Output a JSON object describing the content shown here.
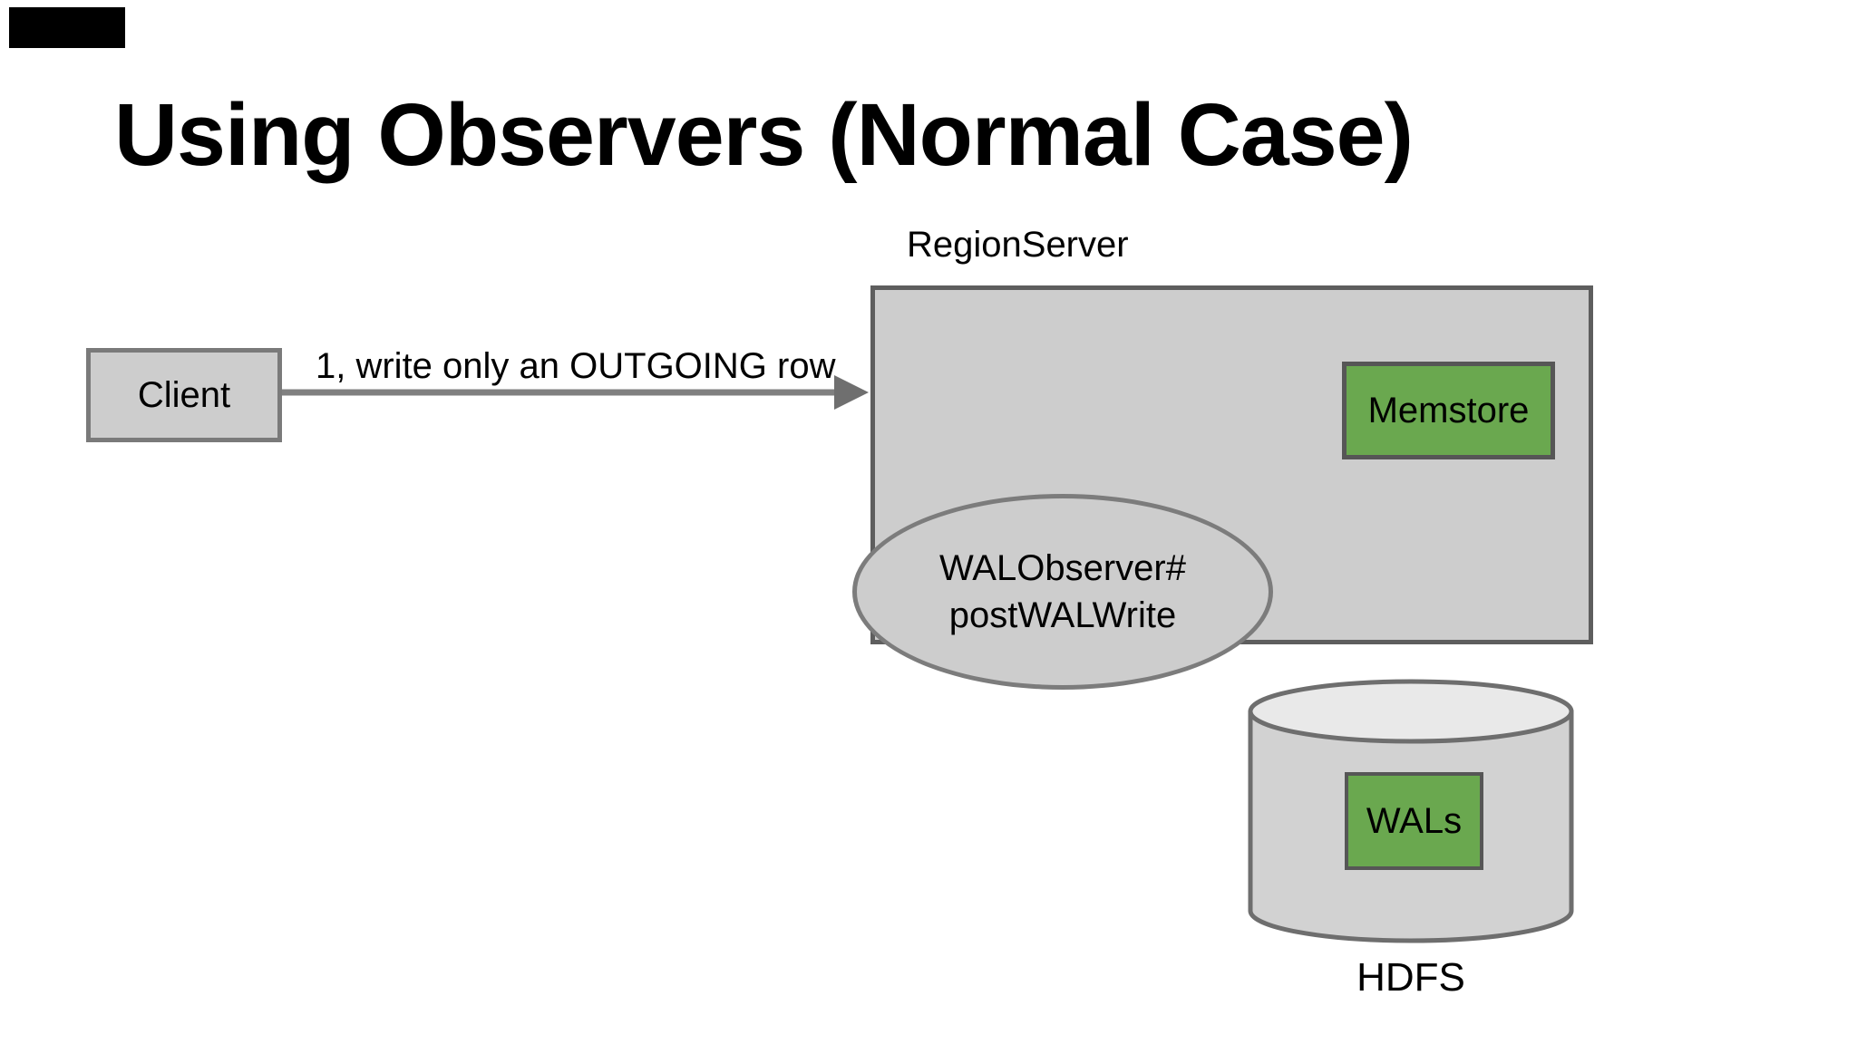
{
  "slide": {
    "title": "Using Observers (Normal Case)"
  },
  "diagram": {
    "client": {
      "label": "Client"
    },
    "arrow": {
      "label": "1, write only an OUTGOING row"
    },
    "regionserver": {
      "label": "RegionServer"
    },
    "memstore": {
      "label": "Memstore"
    },
    "wal_observer": {
      "line1": "WALObserver#",
      "line2": "postWALWrite"
    },
    "hdfs": {
      "label": "HDFS",
      "wals_label": "WALs"
    }
  },
  "colors": {
    "accent_green": "#6aa84f",
    "node_fill": "#cdcdcd",
    "node_border_dark": "#5e5e5e",
    "ellipse_border": "#7c7c7c",
    "arrow_gray": "#808080",
    "cylinder_top_fill": "#e9e9e9",
    "overlay_black": "#000000"
  }
}
